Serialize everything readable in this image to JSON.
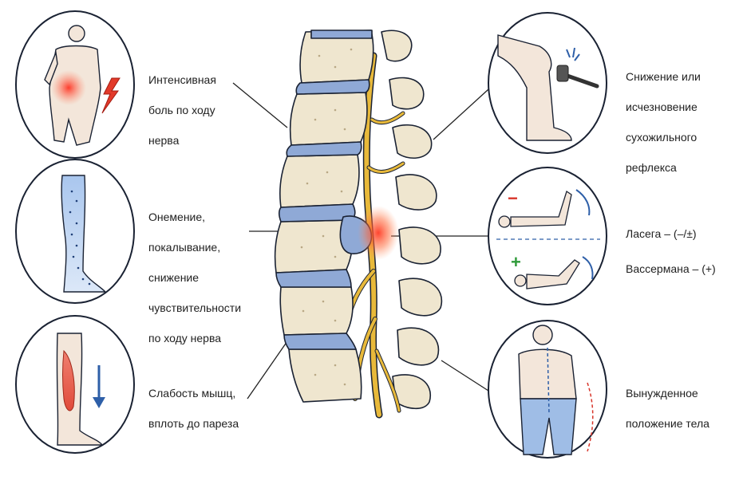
{
  "symptoms": {
    "pain": {
      "lines": [
        "Интенсивная",
        "боль по ходу",
        "нерва"
      ],
      "icon": "lightning-bolt-icon"
    },
    "numbness": {
      "lines": [
        "Онемение,",
        "покалывание,",
        "снижение",
        "чувствительности",
        "по ходу нерва"
      ]
    },
    "weakness": {
      "lines": [
        "Слабость мышц,",
        "вплоть до пареза"
      ],
      "icon": "down-arrow-icon"
    },
    "reflex": {
      "lines": [
        "Снижение или",
        "исчезновение",
        "сухожильного",
        "рефлекса"
      ],
      "icon": "reflex-hammer-icon"
    },
    "tension_tests": {
      "lines": [
        "Ласега – (–/±)",
        "Вассермана – (+)"
      ],
      "minus_sign": "−",
      "plus_sign": "+"
    },
    "posture": {
      "lines": [
        "Вынужденное",
        "положение тела"
      ]
    }
  },
  "colors": {
    "outline": "#1a2233",
    "disc": "#8fa9d6",
    "nerve": "#e8b93a",
    "pain": "#e23a2a",
    "numbness": "#5b8fd6",
    "minus": "#d8352a",
    "plus": "#2f9a3a",
    "arrow": "#2e5fa8",
    "bone": "#efe6cf"
  }
}
